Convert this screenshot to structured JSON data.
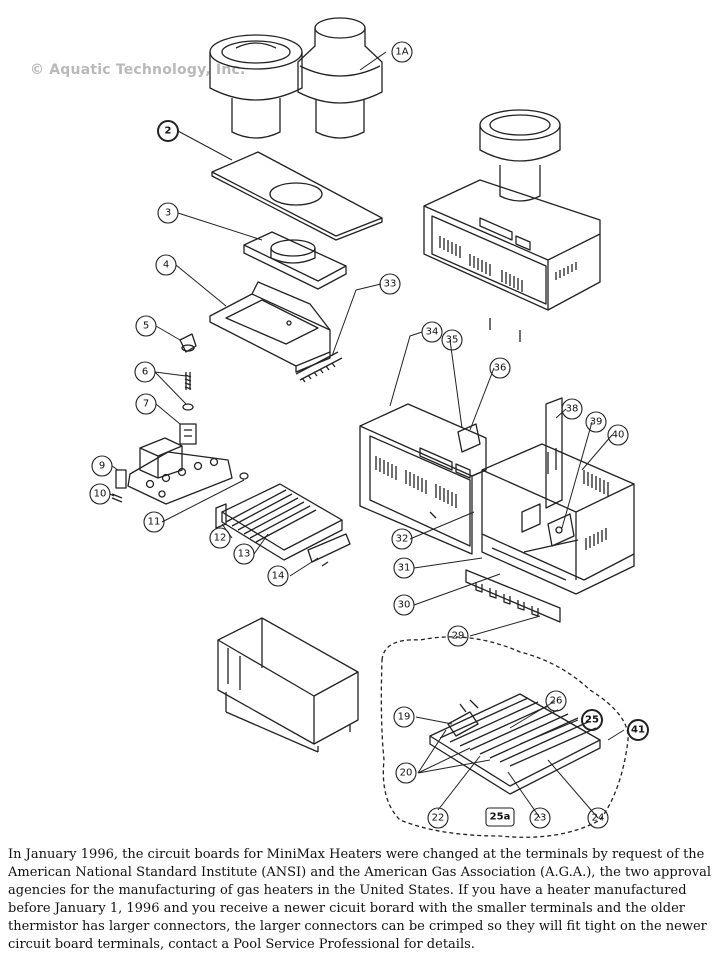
{
  "watermark": "© Aquatic Technology, Inc.",
  "caption": "In January 1996, the circuit boards for MiniMax Heaters were changed at the terminals by request of the American National Standard Institute (ANSI) and the American Gas Association (A.G.A.), the two approval agencies for the manufacturing of gas heaters in the United States. If you have a heater manufactured before January 1, 1996 and you receive a newer cicuit borard with the smaller terminals and the older thermistor has larger connectors, the larger connectors can be crimped so they will fit tight on the newer circuit board terminals, contact a Pool Service Professional for details.",
  "callouts": {
    "c1A": "1A",
    "c2": "2",
    "c3": "3",
    "c4": "4",
    "c5": "5",
    "c6": "6",
    "c7": "7",
    "c9": "9",
    "c10": "10",
    "c11": "11",
    "c12": "12",
    "c13": "13",
    "c14": "14",
    "c19": "19",
    "c20": "20",
    "c22": "22",
    "c23": "23",
    "c24": "24",
    "c25": "25",
    "c25a": "25a",
    "c26": "26",
    "c29": "29",
    "c30": "30",
    "c31": "31",
    "c32": "32",
    "c33": "33",
    "c34": "34",
    "c35": "35",
    "c36": "36",
    "c38": "38",
    "c39": "39",
    "c40": "40",
    "c41": "41"
  }
}
